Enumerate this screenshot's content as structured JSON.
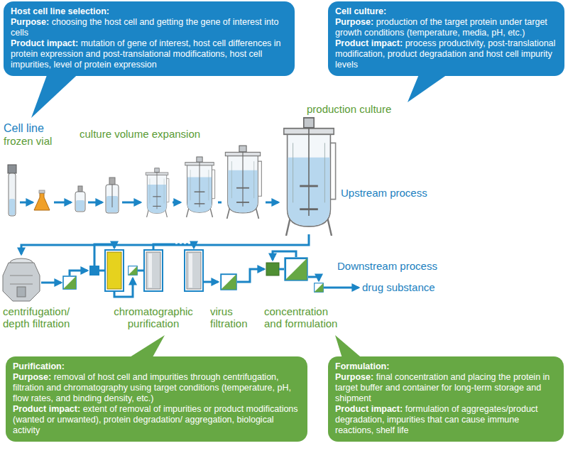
{
  "diagram": {
    "nodes": [
      {
        "text": [
          "Host cell line selection:",
          "Purpose:",
          "choosing the host cell and getting the gene of interest into cells",
          "Product impact:",
          "mutation of gene of interest, host cell differences in protein expression and post-translational modifications, host cell impurities, level of protein expression"
        ]
      },
      {
        "text": [
          "Cell culture:",
          "Purpose:",
          "production of the target protein under target growth conditions (temperature, media, pH, etc.)",
          "Product impact:",
          "process productivity, post-translational modification, product degradation and host cell impurity levels"
        ]
      },
      {
        "text": [
          "Purification:",
          "Purpose:",
          "removal of host cell and impurities through centrifugation, filtration and chromatography using target conditions (temperature, pH, flow rates, and binding density, etc.)",
          "Product impact:",
          "extent of removal of impurities or product modifications (wanted or unwanted), protein degradation/ aggregation, biological activity"
        ]
      },
      {
        "text": [
          "Formulation:",
          "Purpose:",
          "final concentration and placing the protein in target buffer and container for long-term storage and shipment",
          "Product impact:",
          "formulation of aggregates/product degradation, impurities that can cause immune reactions, shelf life"
        ]
      }
    ],
    "labels": [
      "Cell line",
      "frozen vial",
      "culture volume expansion",
      "production culture",
      "Upstream process",
      "centrifugation/ depth filtration",
      "chromatographic purification",
      "virus filtration",
      "concentration and formulation",
      "Downstream process",
      "drug substance"
    ]
  }
}
